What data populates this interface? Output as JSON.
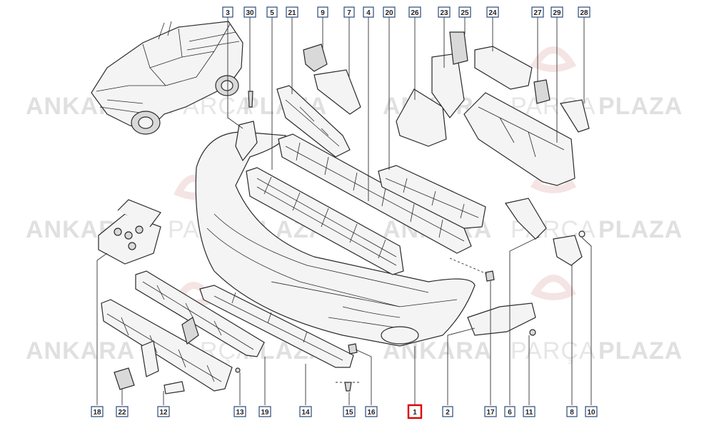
{
  "watermark": {
    "word1": "ANKARA",
    "word2": "PARÇA",
    "word3": "PLAZA"
  },
  "callouts": {
    "top": [
      "3",
      "30",
      "5",
      "21",
      "9",
      "7",
      "4",
      "20",
      "26",
      "23",
      "25",
      "24",
      "27",
      "29",
      "28"
    ],
    "bottom": [
      "18",
      "22",
      "12",
      "13",
      "19",
      "14",
      "15",
      "16",
      "1",
      "2",
      "17",
      "6",
      "11",
      "8",
      "10"
    ]
  },
  "highlighted_callout": "1",
  "colors": {
    "line": "#2a2a2a",
    "callout_border": "#2a4a7a",
    "highlight": "#e00000",
    "watermark": "#c8c8c8"
  }
}
